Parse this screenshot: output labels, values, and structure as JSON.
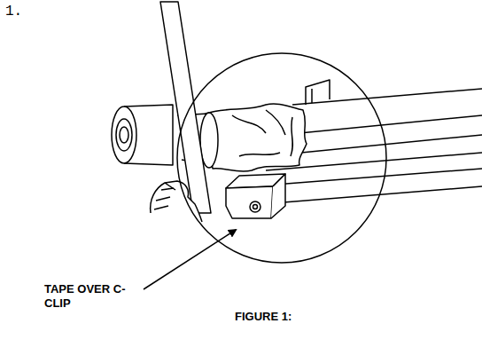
{
  "diagram": {
    "caption": "FIGURE 1:",
    "labels": [
      "1.",
      "TAPE OVER C-CLIP"
    ]
  }
}
